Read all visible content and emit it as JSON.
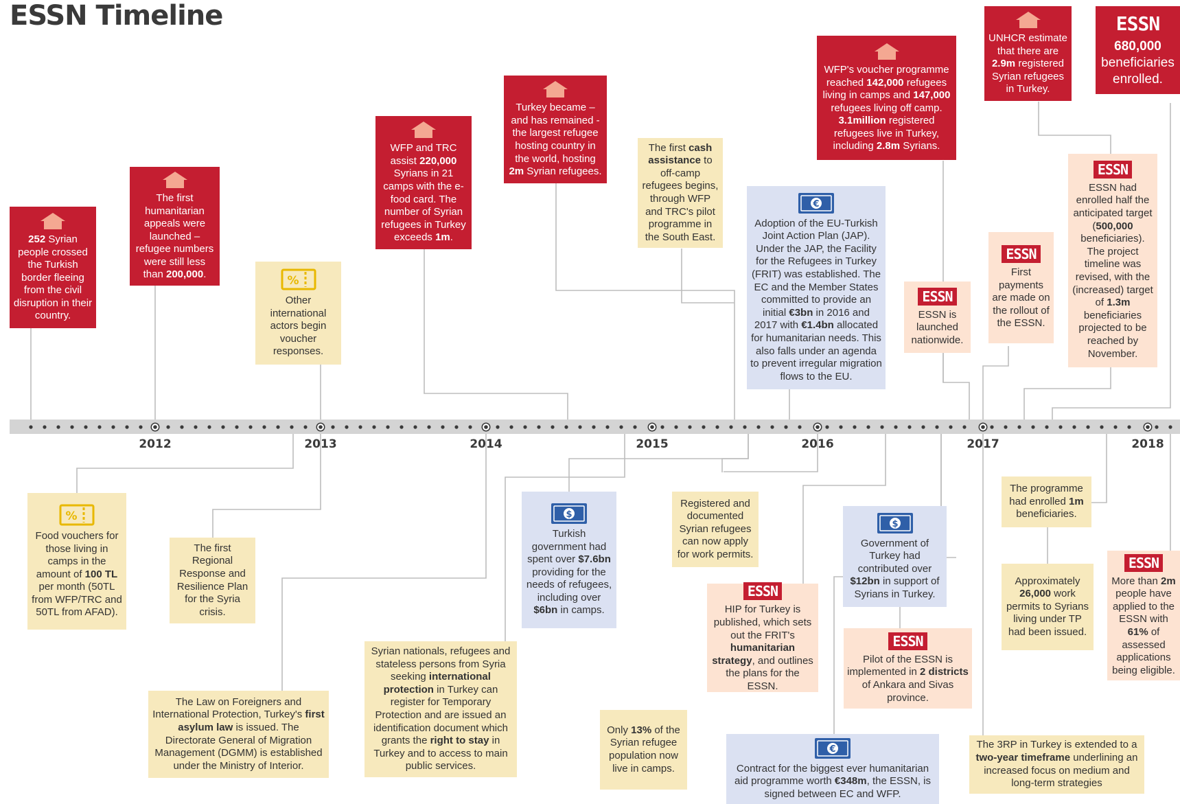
{
  "title": "ESSN Timeline",
  "years": [
    "2012",
    "2013",
    "2014",
    "2015",
    "2016",
    "2017",
    "2018"
  ],
  "top_events": [
    {
      "id": "e1",
      "icon": "house-icon",
      "text": "<b>252</b> Syrian people crossed the Turkish border fleeing from the civil disruption in their country."
    },
    {
      "id": "e2",
      "icon": "house-icon",
      "text": "The first humanitarian appeals were launched – refugee numbers were still less than <b>200,000</b>."
    },
    {
      "id": "e3",
      "icon": "voucher-icon",
      "text": "Other international actors begin voucher responses."
    },
    {
      "id": "e4",
      "icon": "house-icon",
      "text": "WFP and TRC assist <b>220,000</b> Syrians in 21 camps with the e-food card. The number of Syrian refugees in Turkey exceeds <b>1m</b>."
    },
    {
      "id": "e5",
      "icon": "house-icon",
      "text": "Turkey became – and has remained - the largest refugee hosting country in the world, hosting <b>2m</b> Syrian refugees."
    },
    {
      "id": "e6",
      "icon": "",
      "text": "The first <b>cash assistance</b> to off-camp refugees begins, through WFP and TRC's pilot programme in the South East."
    },
    {
      "id": "e7",
      "icon": "euro-note-icon",
      "text": "Adoption of the EU-Turkish Joint Action Plan (JAP). Under the JAP, the Facility for the Refugees in Turkey (FRIT) was established. The EC and the Member States committed to provide an initial <b>€3bn</b> in 2016 and 2017 with <b>€1.4bn</b> allocated for humanitarian needs. This also falls under an agenda to prevent irregular migration flows to the EU."
    },
    {
      "id": "e8",
      "icon": "house-icon",
      "text": "WFP's voucher programme reached <b>142,000</b> refugees living in camps and <b>147,000</b> refugees living off camp. <b>3.1million</b> registered refugees live in Turkey, including <b>2.8m</b> Syrians."
    },
    {
      "id": "e9",
      "icon": "essn-logo",
      "text": "ESSN is launched nationwide."
    },
    {
      "id": "e10",
      "icon": "essn-logo",
      "text": "First payments are made on the rollout of the ESSN."
    },
    {
      "id": "e11",
      "icon": "house-icon",
      "text": "UNHCR estimate that there are <b>2.9m</b> registered Syrian refugees in Turkey."
    },
    {
      "id": "e12",
      "icon": "essn-logo",
      "text": "ESSN had enrolled half the anticipated target (<b>500,000</b> beneficiaries). The project timeline was revised, with the (increased) target of <b>1.3m</b> beneficiaries projected to be reached by November."
    },
    {
      "id": "e13",
      "icon": "essn-logo",
      "text": "<b>680,000</b> beneficiaries enrolled."
    }
  ],
  "bottom_events": [
    {
      "id": "b1",
      "icon": "voucher-icon",
      "text": "Food vouchers for those living in camps in the amount of <b>100 TL</b> per month (50TL from WFP/TRC and 50TL from AFAD)."
    },
    {
      "id": "b2",
      "icon": "",
      "text": "The first Regional Response and Resilience Plan for the Syria crisis."
    },
    {
      "id": "b3",
      "icon": "",
      "text": "The Law on Foreigners and International Protection, Turkey's <b>first asylum law</b> is issued. The Directorate General of Migration Management (DGMM) is established under the Ministry of Interior."
    },
    {
      "id": "b4",
      "icon": "",
      "text": "Syrian nationals, refugees and stateless persons from Syria seeking <b>international protection</b> in Turkey can register for Temporary Protection and are issued an identification document which grants the <b>right to stay</b> in Turkey and to access to main public services."
    },
    {
      "id": "b5",
      "icon": "dollar-note-icon",
      "text": "Turkish government had spent over <b>$7.6bn</b> providing for the needs of refugees, including over <b>$6bn</b> in camps."
    },
    {
      "id": "b6",
      "icon": "",
      "text": "Only <b>13%</b> of the Syrian refugee population now live in camps."
    },
    {
      "id": "b7",
      "icon": "",
      "text": "Registered and documented Syrian refugees can now apply for work permits."
    },
    {
      "id": "b8",
      "icon": "essn-logo",
      "text": "HIP for Turkey is published, which sets out the FRIT's <b>humanitarian strategy</b>, and outlines the plans for the ESSN."
    },
    {
      "id": "b9",
      "icon": "dollar-note-icon",
      "text": "Government of Turkey had contributed over <b>$12bn</b> in support of Syrians in Turkey."
    },
    {
      "id": "b10",
      "icon": "essn-logo",
      "text": "Pilot of the ESSN is implemented in <b>2 districts</b> of Ankara and Sivas province."
    },
    {
      "id": "b11",
      "icon": "euro-note-icon",
      "text": "Contract for the biggest ever humanitarian aid programme worth <b>€348m</b>, the ESSN, is signed between EC and WFP."
    },
    {
      "id": "b12",
      "icon": "",
      "text": "The programme had enrolled <b>1m</b> beneficiaries."
    },
    {
      "id": "b13",
      "icon": "",
      "text": "Approximately <b>26,000</b> work permits to Syrians living under TP had been issued."
    },
    {
      "id": "b14",
      "icon": "essn-logo",
      "text": "More than <b>2m</b> people have applied to the ESSN with <b>61%</b> of assessed applications being eligible."
    },
    {
      "id": "b15",
      "icon": "",
      "text": "The 3RP in Turkey is extended to a <b>two-year timeframe</b> underlining an increased focus on medium and long-term strategies"
    }
  ],
  "essn_label": "ESSN",
  "colors": {
    "red": "#c41e31",
    "yellow": "#f7e9bd",
    "blue": "#dbe1f2",
    "peach": "#fde3d2",
    "axis": "#d4d4d4",
    "icon_yellow": "#e8b800",
    "icon_blue": "#2f5fa8"
  }
}
